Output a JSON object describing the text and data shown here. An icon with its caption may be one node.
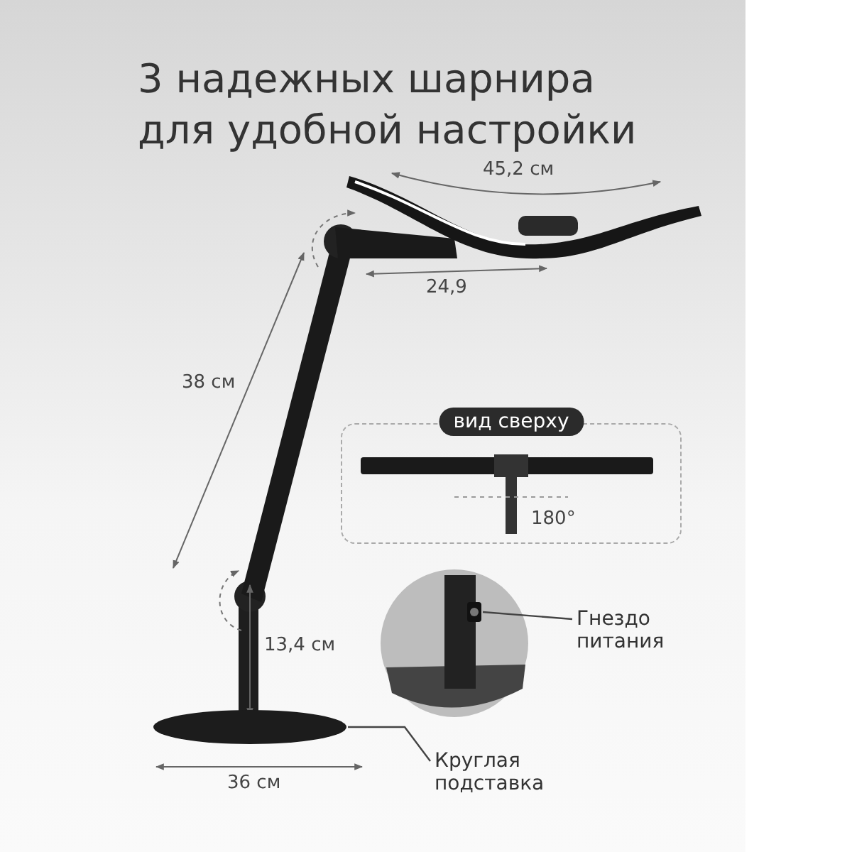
{
  "diagram": {
    "title": "3 надежных шарнира для удобной настройки",
    "nodes": [
      {
        "text": [
          "Гнездо питания"
        ]
      },
      {
        "text": [],
        "shape": "picture"
      },
      {
        "text": [
          "Круглая подставка"
        ]
      },
      {
        "text": [],
        "shape": "circle"
      },
      {
        "text": [
          "вид сверху"
        ]
      }
    ],
    "edges": [
      {
        "from": 0,
        "to": 1,
        "arrow": "none"
      },
      {
        "from": 2,
        "to": 3,
        "arrow": "none"
      }
    ],
    "labels": [
      "45,2 см",
      "24,9",
      "38 см",
      "180°",
      "13,4 см",
      "36 см"
    ]
  }
}
